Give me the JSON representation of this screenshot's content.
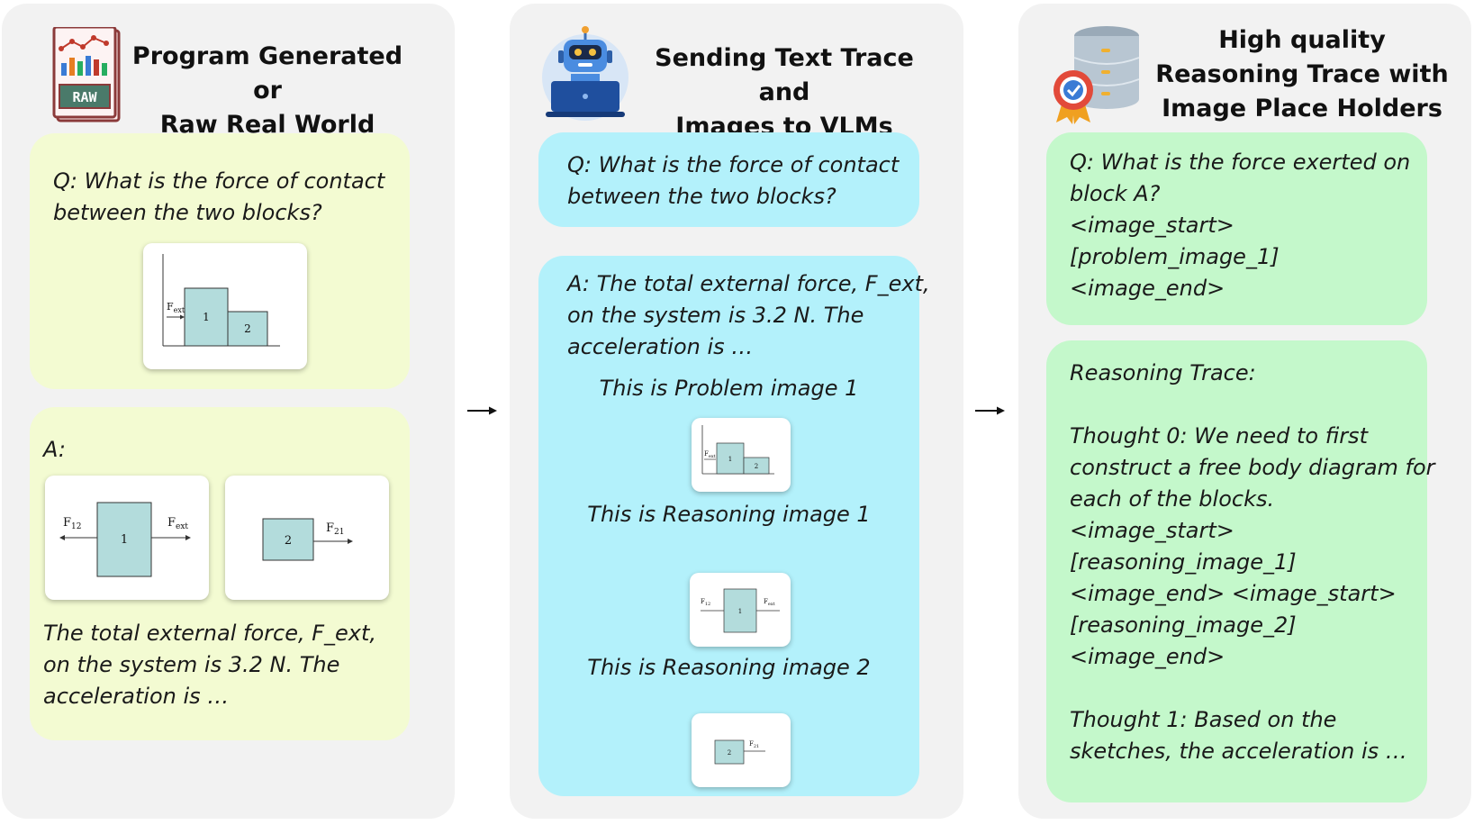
{
  "columns": [
    {
      "title": [
        "Program Generated or",
        "Raw Real World Data"
      ],
      "icon": "data-sheet-icon",
      "question": [
        "Q: What is the force of contact",
        "between the two blocks?"
      ],
      "answer_label": "A:",
      "answer_text": [
        "The total external force, F_ext,",
        "on the system is 3.2 N. The",
        "acceleration is …"
      ]
    },
    {
      "title": [
        "Sending Text Trace and",
        "Images to VLMs"
      ],
      "icon": "robot-laptop-icon",
      "question": [
        "Q: What is the force of contact",
        "between the two blocks?"
      ],
      "answer_text": [
        "A: The total external force, F_ext,",
        "on the system is 3.2 N. The",
        "acceleration is …"
      ],
      "captions": [
        "This is Problem image 1",
        "This is Reasoning image 1",
        "This is Reasoning image 2"
      ]
    },
    {
      "title": [
        "High quality",
        "Reasoning Trace with",
        "Image Place Holders"
      ],
      "icon": "database-badge-icon",
      "question": [
        "Q: What is the force exerted on",
        "block A?",
        "<image_start>",
        "[problem_image_1]",
        "<image_end>"
      ],
      "reasoning": [
        "Reasoning Trace:",
        "",
        "Thought 0: We need to first",
        "construct a free body diagram for",
        "each of the blocks.",
        "<image_start>",
        "[reasoning_image_1]",
        "<image_end> <image_start>",
        "[reasoning_image_2]",
        "<image_end>",
        "",
        "Thought 1: Based on the",
        "sketches, the acceleration is …"
      ]
    }
  ],
  "diagram_labels": {
    "fext": "F",
    "fext_sub": "ext",
    "f12": "F",
    "f12_sub": "12",
    "f21": "F",
    "f21_sub": "21",
    "block1": "1",
    "block2": "2",
    "raw": "RAW"
  },
  "colors": {
    "panel": "#f2f2f2",
    "yellow": "#f3fbd2",
    "cyan": "#b3f1fb",
    "green": "#c4f8cb",
    "block": "#b3dcdc"
  }
}
